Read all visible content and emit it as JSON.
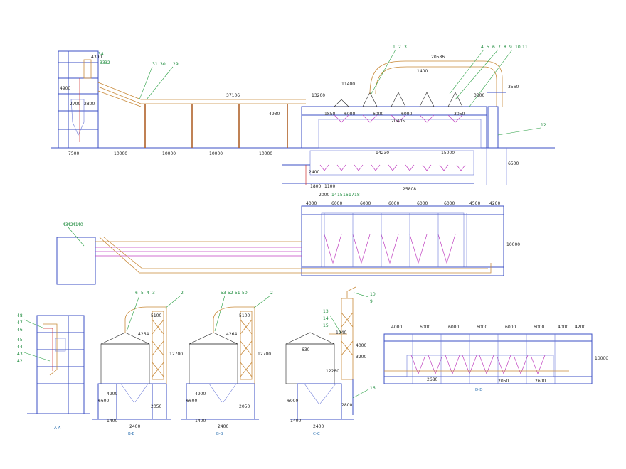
{
  "views": {
    "top": {
      "left_dims": [
        "7500",
        "10000",
        "10000",
        "10000",
        "10000"
      ],
      "run_length": "37106",
      "height_mark": "4930",
      "tower_dims": [
        "4300",
        "2800",
        "2700",
        "4900"
      ],
      "leaders_left": [
        "34",
        "33",
        "32",
        "31",
        "30",
        "29"
      ],
      "leaders_top": [
        "1",
        "2",
        "3",
        "4",
        "5",
        "6",
        "7",
        "8",
        "9",
        "10",
        "11",
        "12"
      ],
      "plant_dims": [
        "20586",
        "11400",
        "13200",
        "1850",
        "6000",
        "6000",
        "6000",
        "3050",
        "20405",
        "14230",
        "15000",
        "1400",
        "3300",
        "3560",
        "6500"
      ],
      "base_dims": [
        "25808",
        "2400",
        "2000",
        "1800",
        "1100"
      ],
      "leaders_bottom": [
        "14",
        "15",
        "16",
        "17",
        "18"
      ]
    },
    "plan": {
      "top_dims": [
        "4000",
        "6000",
        "6000",
        "6000",
        "6000",
        "6000",
        "4500",
        "4200"
      ],
      "side_dim": "10000",
      "leaders": [
        "43",
        "42",
        "41",
        "40"
      ]
    },
    "section_aa": {
      "caption": "A-A",
      "leaders": [
        "48",
        "47",
        "46",
        "45",
        "44",
        "43",
        "42"
      ]
    },
    "section_bb1": {
      "caption": "B-B",
      "leaders_top": [
        "6",
        "5",
        "4",
        "3",
        "2"
      ],
      "dims": [
        "4264",
        "5100",
        "12700",
        "4900",
        "6600",
        "2050",
        "1400",
        "2400"
      ]
    },
    "section_bb2": {
      "caption": "B-B",
      "leaders_top": [
        "53",
        "52",
        "51",
        "50",
        "2"
      ],
      "dims": [
        "4264",
        "5100",
        "12700",
        "4900",
        "6600",
        "2050",
        "1400",
        "2400"
      ]
    },
    "section_cc": {
      "caption": "C-C",
      "leaders": [
        "10",
        "9",
        "13",
        "14",
        "15",
        "16"
      ],
      "dims": [
        "1240",
        "630",
        "12280",
        "6000",
        "2400",
        "1400",
        "2800",
        "3200",
        "4000"
      ]
    },
    "section_dd": {
      "caption": "D-D",
      "top_dims": [
        "4000",
        "6000",
        "6000",
        "6000",
        "6000",
        "6000",
        "4000",
        "4200"
      ],
      "side_dim": "10000",
      "bottom_dims": [
        "2680",
        "2050",
        "2600"
      ]
    }
  }
}
